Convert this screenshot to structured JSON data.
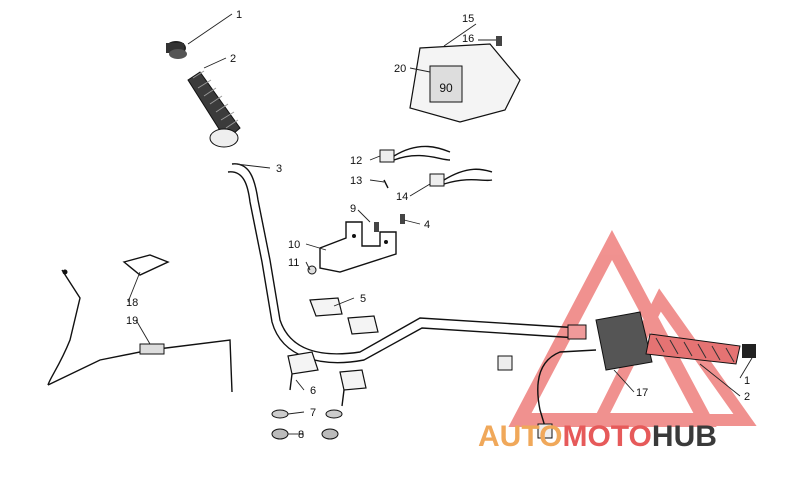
{
  "diagram": {
    "callouts": [
      {
        "id": "c1a",
        "label": "1"
      },
      {
        "id": "c2a",
        "label": "2"
      },
      {
        "id": "c3",
        "label": "3"
      },
      {
        "id": "c4",
        "label": "4"
      },
      {
        "id": "c5",
        "label": "5"
      },
      {
        "id": "c6",
        "label": "6"
      },
      {
        "id": "c7",
        "label": "7"
      },
      {
        "id": "c8",
        "label": "8"
      },
      {
        "id": "c9",
        "label": "9"
      },
      {
        "id": "c10",
        "label": "10"
      },
      {
        "id": "c11",
        "label": "11"
      },
      {
        "id": "c12",
        "label": "12"
      },
      {
        "id": "c13",
        "label": "13"
      },
      {
        "id": "c14",
        "label": "14"
      },
      {
        "id": "c15",
        "label": "15"
      },
      {
        "id": "c16",
        "label": "16"
      },
      {
        "id": "c17",
        "label": "17"
      },
      {
        "id": "c18",
        "label": "18"
      },
      {
        "id": "c19",
        "label": "19"
      },
      {
        "id": "c20",
        "label": "20"
      },
      {
        "id": "c1b",
        "label": "1"
      },
      {
        "id": "c2b",
        "label": "2"
      }
    ]
  },
  "watermark": {
    "word1": "AUTO",
    "word2": "MOTO",
    "word3": "HUB",
    "color_orange": "#f0a85a",
    "color_red": "#e65a5a",
    "color_dark": "#3a3a3a"
  },
  "colors": {
    "grip_red": "#e57373",
    "logo_red": "#e53935"
  }
}
